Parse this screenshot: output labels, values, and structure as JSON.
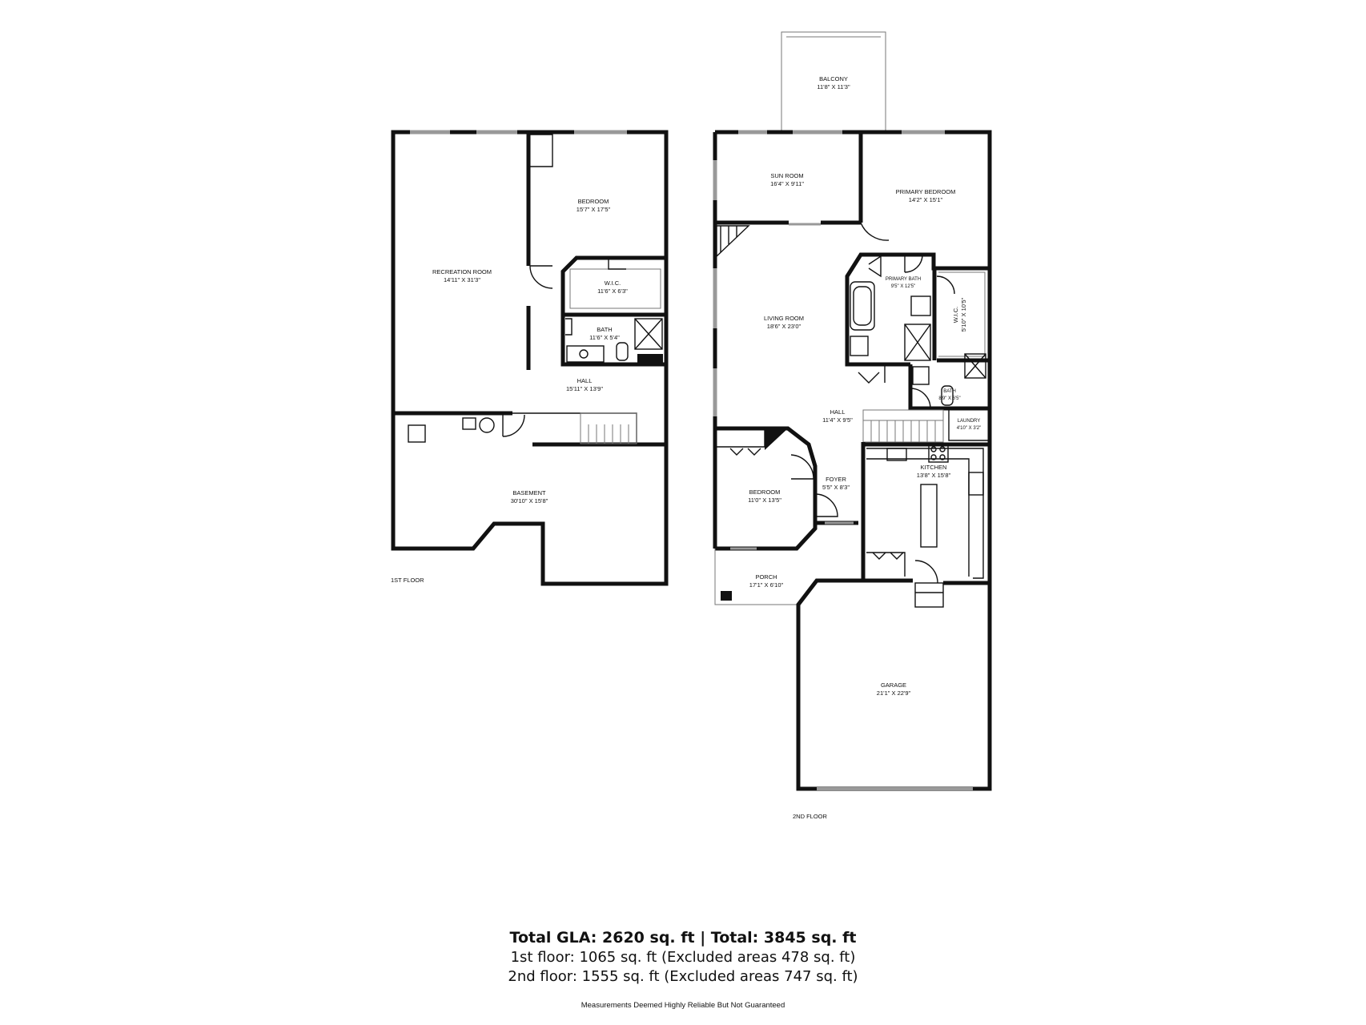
{
  "floors": [
    {
      "label": "1ST FLOOR",
      "rooms": [
        {
          "name": "RECREATION ROOM",
          "dims": "14'11\" X 31'3\""
        },
        {
          "name": "BEDROOM",
          "dims": "15'7\" X 17'5\""
        },
        {
          "name": "W.I.C.",
          "dims": "11'6\" X 6'3\""
        },
        {
          "name": "BATH",
          "dims": "11'6\" X 5'4\""
        },
        {
          "name": "HALL",
          "dims": "15'11\" X 13'9\""
        },
        {
          "name": "BASEMENT",
          "dims": "30'10\" X 15'8\""
        }
      ]
    },
    {
      "label": "2ND FLOOR",
      "rooms": [
        {
          "name": "BALCONY",
          "dims": "11'8\" X 11'3\""
        },
        {
          "name": "SUN ROOM",
          "dims": "16'4\" X 9'11\""
        },
        {
          "name": "PRIMARY BEDROOM",
          "dims": "14'2\" X 15'1\""
        },
        {
          "name": "PRIMARY BATH",
          "dims": "9'5\" X 12'5\""
        },
        {
          "name": "W.I.C.",
          "dims": "5'10\" X 10'5\""
        },
        {
          "name": "LIVING ROOM",
          "dims": "18'6\" X 23'0\""
        },
        {
          "name": "BATH",
          "dims": "8'9\" X 6'5\""
        },
        {
          "name": "HALL",
          "dims": "11'4\" X 9'5\""
        },
        {
          "name": "LAUNDRY",
          "dims": "4'10\" X 3'2\""
        },
        {
          "name": "BEDROOM",
          "dims": "11'0\" X 13'5\""
        },
        {
          "name": "FOYER",
          "dims": "5'5\" X 8'3\""
        },
        {
          "name": "KITCHEN",
          "dims": "13'8\" X 15'8\""
        },
        {
          "name": "PORCH",
          "dims": "17'1\" X 6'10\""
        },
        {
          "name": "GARAGE",
          "dims": "21'1\" X 22'9\""
        }
      ]
    }
  ],
  "summary": {
    "total": "Total GLA: 2620 sq. ft | Total: 3845 sq. ft",
    "floor1": "1st floor: 1065 sq. ft (Excluded areas 478 sq. ft)",
    "floor2": "2nd floor: 1555 sq. ft (Excluded areas 747 sq. ft)",
    "disclaimer": "Measurements Deemed Highly Reliable But Not Guaranteed"
  }
}
